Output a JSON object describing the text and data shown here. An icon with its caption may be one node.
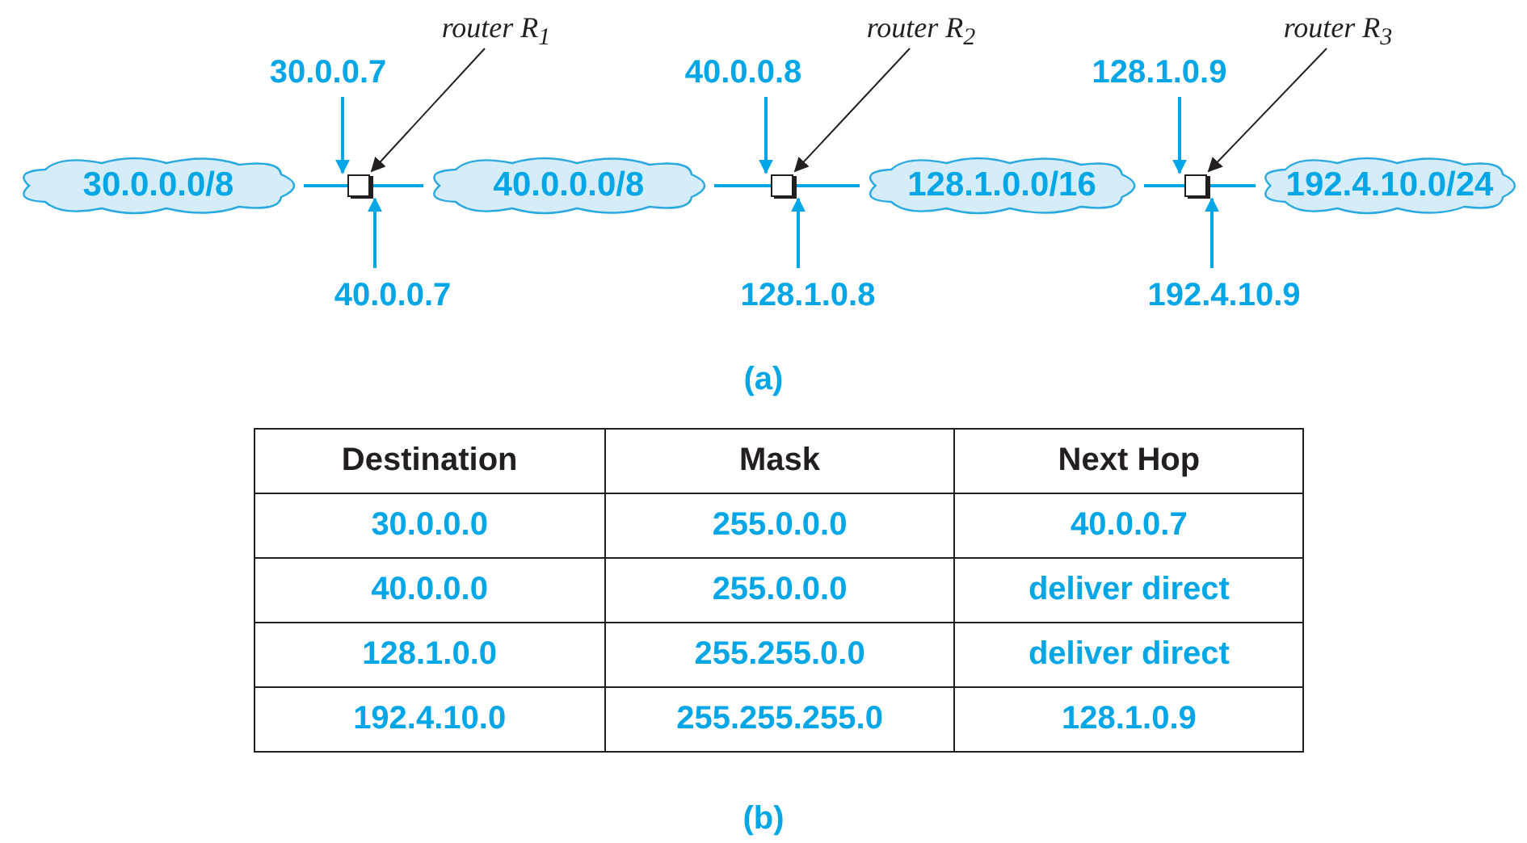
{
  "diagram": {
    "nodes": [
      {
        "text": [
          "router R$_{1}$"
        ]
      },
      {
        "text": [
          "router R$_{2}$"
        ]
      },
      {
        "text": [
          "router R$_{3}$"
        ]
      },
      {
        "text": [
          "30.0.0.7"
        ]
      },
      {
        "text": [
          "40.0.0.8"
        ]
      },
      {
        "text": [
          "128.1.0.9"
        ]
      },
      {
        "text": [
          "30.0.0.0/8"
        ]
      },
      {
        "text": [],
        "shape": "box"
      },
      {
        "text": [
          "40.0.0.0/8"
        ]
      },
      {
        "text": [],
        "shape": "box"
      },
      {
        "text": [
          "128.1.0.0/16"
        ]
      },
      {
        "text": [],
        "shape": "box"
      },
      {
        "text": [
          "192.4.10.0/24"
        ]
      },
      {
        "text": [
          "40.0.0.7"
        ]
      },
      {
        "text": [
          "128.1.0.8"
        ]
      },
      {
        "text": [
          "192.4.10.9"
        ]
      }
    ],
    "edges": [
      {
        "from": 6,
        "to": 7,
        "arrow": "none"
      },
      {
        "from": 7,
        "to": 8,
        "arrow": "none"
      },
      {
        "from": 8,
        "to": 9,
        "arrow": "none"
      },
      {
        "from": 9,
        "to": 10,
        "arrow": "none"
      },
      {
        "from": 10,
        "to": 11,
        "arrow": "none"
      },
      {
        "from": 11,
        "to": 12,
        "arrow": "none"
      },
      {
        "from": 0,
        "to": 7,
        "arrow": "to",
        "color": "#231f20"
      },
      {
        "from": 1,
        "to": 9,
        "arrow": "to",
        "color": "#231f20"
      },
      {
        "from": 2,
        "to": 11,
        "arrow": "to",
        "color": "#231f20"
      },
      {
        "from": 3,
        "to": 7,
        "arrow": "to"
      },
      {
        "from": 13,
        "to": 7,
        "arrow": "to"
      },
      {
        "from": 4,
        "to": 9,
        "arrow": "to"
      },
      {
        "from": 14,
        "to": 9,
        "arrow": "to"
      },
      {
        "from": 5,
        "to": 11,
        "arrow": "to"
      },
      {
        "from": 15,
        "to": 11,
        "arrow": "to"
      }
    ],
    "labels": [
      "(a)",
      "Destination",
      "Mask",
      "Next Hop",
      "30.0.0.0",
      "255.0.0.0",
      "40.0.0.7",
      "40.0.0.0",
      "255.0.0.0",
      "deliver direct",
      "128.1.0.0",
      "255.255.0.0",
      "deliver direct",
      "192.4.10.0",
      "255.255.255.0",
      "128.1.0.9",
      "(b)"
    ]
  }
}
